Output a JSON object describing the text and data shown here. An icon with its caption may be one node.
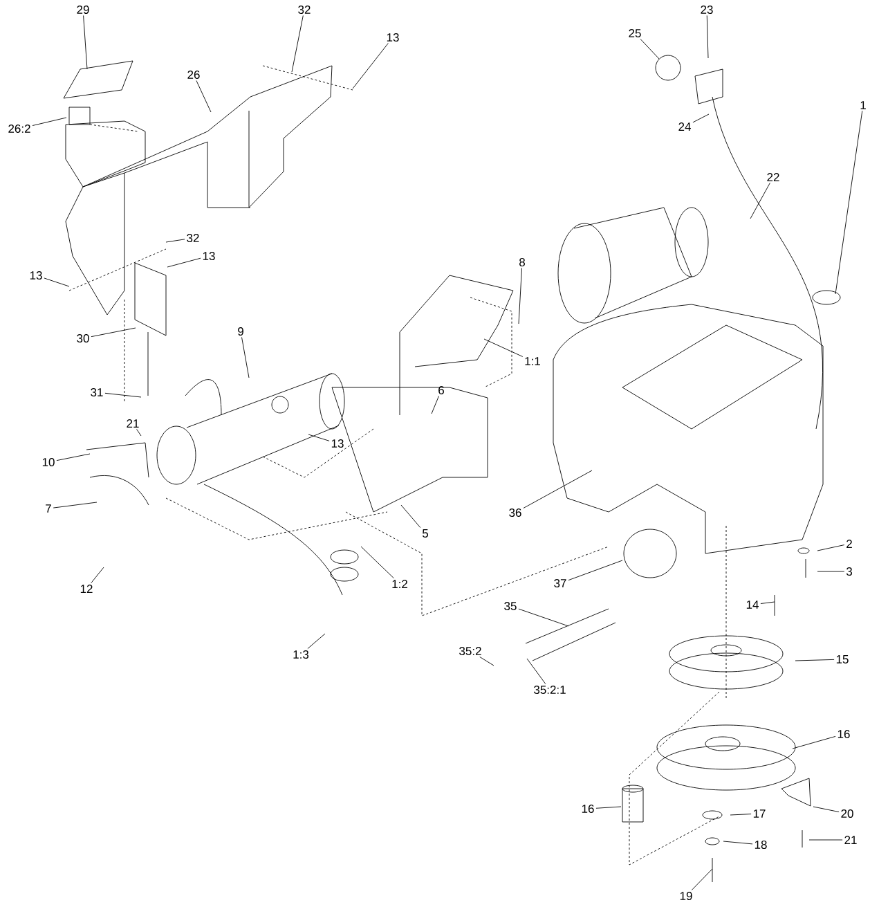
{
  "diagram": {
    "nodes": [
      {
        "text": [
          "29"
        ]
      },
      {
        "text": [
          "32"
        ]
      },
      {
        "text": [
          "23"
        ]
      },
      {
        "text": [
          "13"
        ]
      },
      {
        "text": [
          "25"
        ]
      },
      {
        "text": [
          "26"
        ]
      },
      {
        "text": [
          "1"
        ]
      },
      {
        "text": [
          "26:2"
        ]
      },
      {
        "text": [
          "24"
        ]
      },
      {
        "text": [
          "22"
        ]
      },
      {
        "text": [
          "32"
        ]
      },
      {
        "text": [
          "13"
        ]
      },
      {
        "text": [
          "8"
        ]
      },
      {
        "text": [
          "13"
        ]
      },
      {
        "text": [
          "9"
        ]
      },
      {
        "text": [
          "30"
        ]
      },
      {
        "text": [
          "1:1"
        ]
      },
      {
        "text": [
          "31"
        ]
      },
      {
        "text": [
          "6"
        ]
      },
      {
        "text": [
          "21"
        ]
      },
      {
        "text": [
          "13"
        ]
      },
      {
        "text": [
          "10"
        ]
      },
      {
        "text": [
          "7"
        ]
      },
      {
        "text": [
          "36"
        ]
      },
      {
        "text": [
          "5"
        ]
      },
      {
        "text": [
          "2"
        ]
      },
      {
        "text": [
          "3"
        ]
      },
      {
        "text": [
          "37"
        ]
      },
      {
        "text": [
          "1:2"
        ]
      },
      {
        "text": [
          "12"
        ]
      },
      {
        "text": [
          "14"
        ]
      },
      {
        "text": [
          "35"
        ]
      },
      {
        "text": [
          "35:2"
        ]
      },
      {
        "text": [
          "1:3"
        ]
      },
      {
        "text": [
          "15"
        ]
      },
      {
        "text": [
          "35:2:1"
        ]
      },
      {
        "text": [
          "16"
        ]
      },
      {
        "text": [
          "16"
        ]
      },
      {
        "text": [
          "17"
        ]
      },
      {
        "text": [
          "20"
        ]
      },
      {
        "text": [
          "18"
        ]
      },
      {
        "text": [
          "21"
        ]
      },
      {
        "text": [
          "19"
        ]
      }
    ],
    "edges": [
      {
        "from": 0,
        "to": null,
        "arrow": "none"
      },
      {
        "from": 1,
        "to": null,
        "arrow": "none"
      },
      {
        "from": 2,
        "to": null,
        "arrow": "none"
      },
      {
        "from": 3,
        "to": null,
        "arrow": "none"
      },
      {
        "from": 4,
        "to": null,
        "arrow": "none"
      },
      {
        "from": 5,
        "to": null,
        "arrow": "none"
      },
      {
        "from": 6,
        "to": null,
        "arrow": "none"
      },
      {
        "from": 7,
        "to": null,
        "arrow": "none"
      },
      {
        "from": 8,
        "to": null,
        "arrow": "none"
      },
      {
        "from": 9,
        "to": null,
        "arrow": "none"
      },
      {
        "from": 10,
        "to": null,
        "arrow": "none"
      },
      {
        "from": 11,
        "to": null,
        "arrow": "none"
      },
      {
        "from": 12,
        "to": null,
        "arrow": "none"
      },
      {
        "from": 13,
        "to": null,
        "arrow": "none"
      },
      {
        "from": 14,
        "to": null,
        "arrow": "none"
      },
      {
        "from": 15,
        "to": null,
        "arrow": "none"
      },
      {
        "from": 16,
        "to": null,
        "arrow": "none"
      },
      {
        "from": 17,
        "to": null,
        "arrow": "none"
      },
      {
        "from": 18,
        "to": null,
        "arrow": "none"
      },
      {
        "from": 19,
        "to": null,
        "arrow": "none"
      },
      {
        "from": 20,
        "to": null,
        "arrow": "none"
      },
      {
        "from": 21,
        "to": null,
        "arrow": "none"
      },
      {
        "from": 22,
        "to": null,
        "arrow": "none"
      },
      {
        "from": 23,
        "to": null,
        "arrow": "none"
      },
      {
        "from": 24,
        "to": null,
        "arrow": "none"
      },
      {
        "from": 25,
        "to": null,
        "arrow": "none"
      },
      {
        "from": 26,
        "to": null,
        "arrow": "none"
      },
      {
        "from": 27,
        "to": null,
        "arrow": "none"
      },
      {
        "from": 28,
        "to": null,
        "arrow": "none"
      },
      {
        "from": 29,
        "to": null,
        "arrow": "none"
      },
      {
        "from": 30,
        "to": null,
        "arrow": "none"
      },
      {
        "from": 31,
        "to": null,
        "arrow": "none"
      },
      {
        "from": 32,
        "to": null,
        "arrow": "none"
      },
      {
        "from": 33,
        "to": null,
        "arrow": "none"
      },
      {
        "from": 34,
        "to": null,
        "arrow": "none"
      },
      {
        "from": 35,
        "to": null,
        "arrow": "none"
      },
      {
        "from": 36,
        "to": null,
        "arrow": "none"
      },
      {
        "from": 37,
        "to": null,
        "arrow": "none"
      },
      {
        "from": 38,
        "to": null,
        "arrow": "none"
      },
      {
        "from": 39,
        "to": null,
        "arrow": "none"
      },
      {
        "from": 40,
        "to": null,
        "arrow": "none"
      },
      {
        "from": 41,
        "to": null,
        "arrow": "none"
      },
      {
        "from": 42,
        "to": null,
        "arrow": "none"
      }
    ]
  }
}
